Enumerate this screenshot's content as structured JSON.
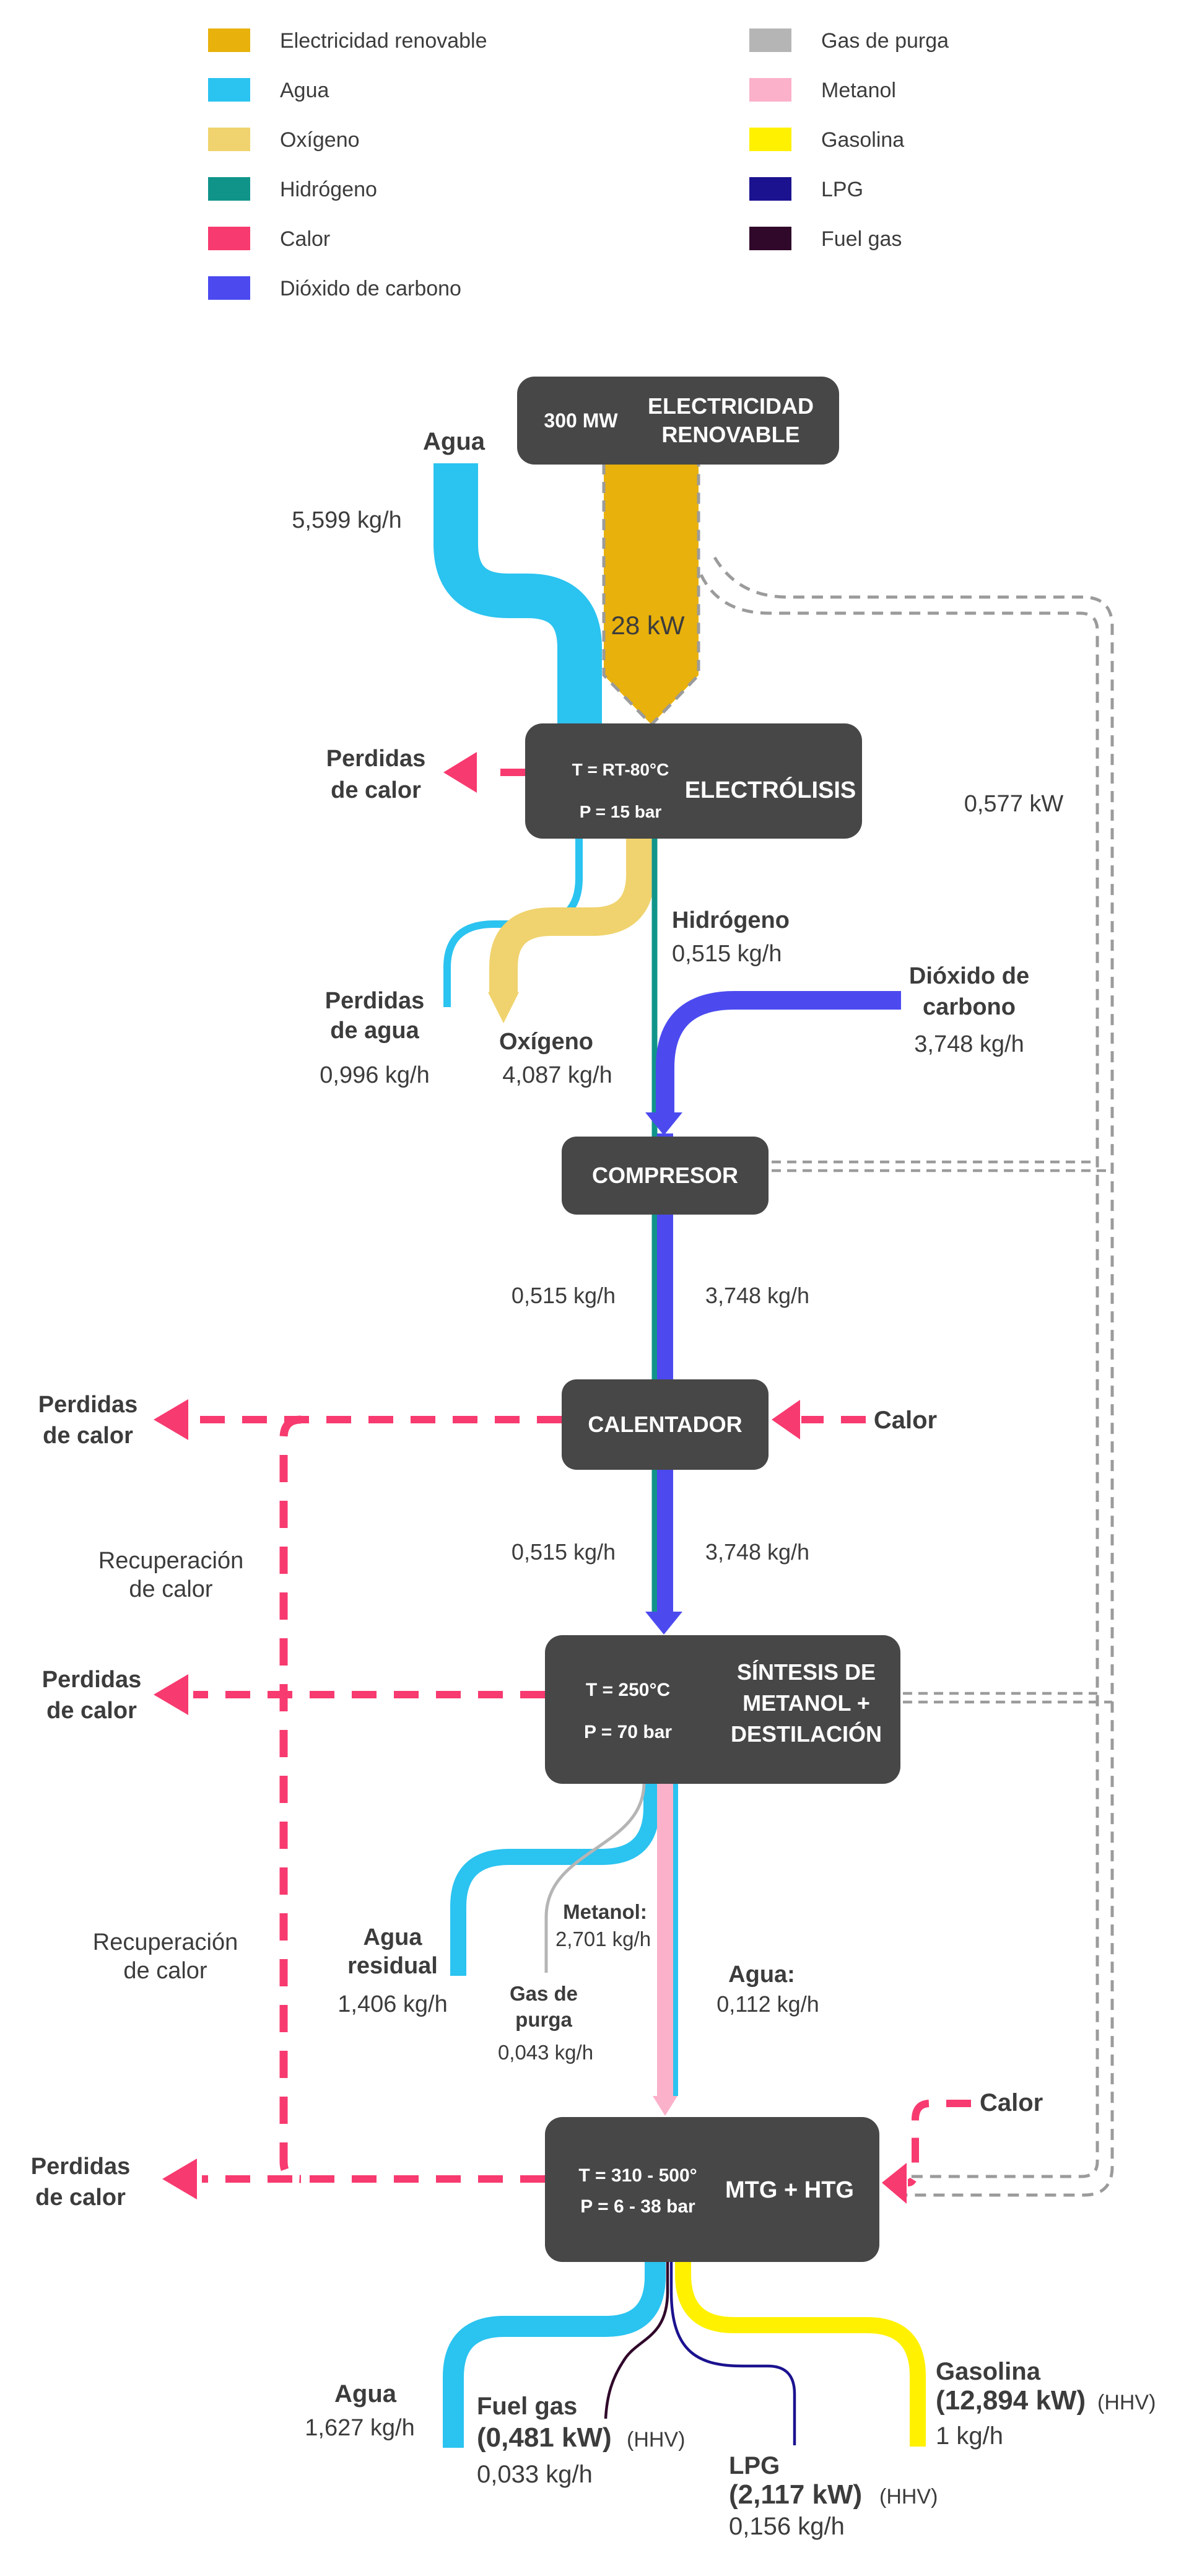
{
  "legend": {
    "left": [
      {
        "label": "Electricidad renovable",
        "color": "#E8B10C"
      },
      {
        "label": "Agua",
        "color": "#2BC3F0"
      },
      {
        "label": "Oxígeno",
        "color": "#F0D36E"
      },
      {
        "label": "Hidrógeno",
        "color": "#10948A"
      },
      {
        "label": "Calor",
        "color": "#F73A6F"
      },
      {
        "label": "Dióxido de carbono",
        "color": "#4C4AEF"
      }
    ],
    "right": [
      {
        "label": "Gas de purga",
        "color": "#B5B5B5"
      },
      {
        "label": "Metanol",
        "color": "#FBB1C9"
      },
      {
        "label": "Gasolina",
        "color": "#FFF100"
      },
      {
        "label": "LPG",
        "color": "#1B128F"
      },
      {
        "label": "Fuel gas",
        "color": "#30082A"
      }
    ]
  },
  "nodes": {
    "renovable": {
      "capacity": "300 MW",
      "title1": "ELECTRICIDAD",
      "title2": "RENOVABLE"
    },
    "electrolisis": {
      "temp": "T = RT-80°C",
      "pres": "P = 15 bar",
      "title": "ELECTRÓLISIS"
    },
    "compresor": {
      "title": "COMPRESOR"
    },
    "calentador": {
      "title": "CALENTADOR"
    },
    "sintesis": {
      "temp": "T = 250°C",
      "pres": "P = 70 bar",
      "title1": "SÍNTESIS DE",
      "title2": "METANOL +",
      "title3": "DESTILACIÓN"
    },
    "mtg": {
      "temp": "T = 310 - 500°",
      "pres": "P = 6 - 38 bar",
      "title": "MTG + HTG"
    }
  },
  "labels": {
    "agua_in": {
      "name": "Agua",
      "value": "5,599 kg/h"
    },
    "electricidad_flujo": "28 kW",
    "electricidad_rama": "0,577 kW",
    "perdidas_calor": {
      "l1": "Perdidas",
      "l2": "de calor"
    },
    "hidrogeno": {
      "name": "Hidrógeno",
      "value": "0,515 kg/h"
    },
    "perdidas_agua": {
      "l1": "Perdidas",
      "l2": "de agua",
      "value": "0,996 kg/h"
    },
    "oxigeno": {
      "name": "Oxígeno",
      "value": "4,087 kg/h"
    },
    "co2": {
      "l1": "Dióxido de",
      "l2": "carbono",
      "value": "3,748 kg/h"
    },
    "h2_tramo": "0,515 kg/h",
    "co2_tramo": "3,748 kg/h",
    "calor": "Calor",
    "recuperacion": {
      "l1": "Recuperación",
      "l2": "de calor"
    },
    "agua_residual": {
      "l1": "Agua",
      "l2": "residual",
      "value": "1,406 kg/h"
    },
    "metanol": {
      "name": "Metanol:",
      "value": "2,701 kg/h"
    },
    "gas_purga": {
      "l1": "Gas de",
      "l2": "purga",
      "value": "0,043 kg/h"
    },
    "agua_proceso": {
      "name": "Agua:",
      "value": "0,112 kg/h"
    },
    "agua_out": {
      "name": "Agua",
      "value": "1,627 kg/h"
    },
    "fuel_gas": {
      "name": "Fuel gas",
      "power": "(0,481 kW)",
      "basis": "(HHV)",
      "value": "0,033 kg/h"
    },
    "lpg": {
      "name": "LPG",
      "power": "(2,117 kW)",
      "basis": "(HHV)",
      "value": "0,156 kg/h"
    },
    "gasolina": {
      "name": "Gasolina",
      "power": "(12,894 kW)",
      "basis": "(HHV)",
      "value": "1 kg/h"
    }
  }
}
